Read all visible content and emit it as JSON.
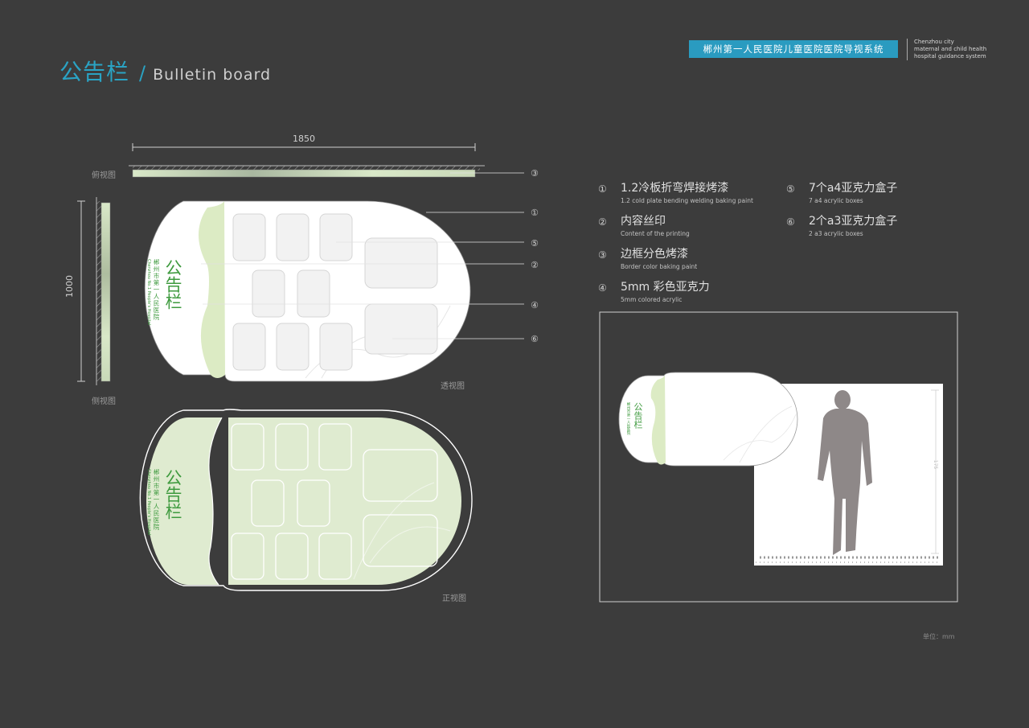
{
  "header": {
    "title_cn": "公告栏",
    "title_sep": "/",
    "title_en": "Bulletin board",
    "banner_text": "郴州第一人民医院儿童医院医院导视系统",
    "banner_en": [
      "Chenzhou city",
      "maternal and child health",
      "hospital guidance system"
    ]
  },
  "dimensions": {
    "width": "1850",
    "height": "1000"
  },
  "view_labels": {
    "top": "俯视图",
    "side": "侧视图",
    "perspective": "透视图",
    "front": "正视图"
  },
  "board": {
    "title": "公告栏",
    "subtitle_cn": "郴州市第一人民医院",
    "subtitle_en": "Chenzhou No.1 People's Hospital"
  },
  "callouts": [
    "①",
    "⑤",
    "②",
    "④",
    "⑥",
    "③"
  ],
  "legend": [
    {
      "num": "①",
      "cn": "1.2冷板折弯焊接烤漆",
      "en": "1.2 cold plate bending welding baking paint"
    },
    {
      "num": "②",
      "cn": "内容丝印",
      "en": "Content of the printing"
    },
    {
      "num": "③",
      "cn": "边框分色烤漆",
      "en": "Border color baking paint"
    },
    {
      "num": "④",
      "cn": "5mm 彩色亚克力",
      "en": "5mm colored acrylic"
    },
    {
      "num": "⑤",
      "cn": "7个a4亚克力盒子",
      "en": "7 a4 acrylic boxes"
    },
    {
      "num": "⑥",
      "cn": "2个a3亚克力盒子",
      "en": "2 a3 acrylic boxes"
    }
  ],
  "scene": {
    "height_mark": "175"
  },
  "unit": "单位：mm",
  "colors": {
    "background": "#3c3c3c",
    "accent": "#2aa3c4",
    "board_green": "#dfebd0",
    "text_green": "#3e9a3e"
  }
}
